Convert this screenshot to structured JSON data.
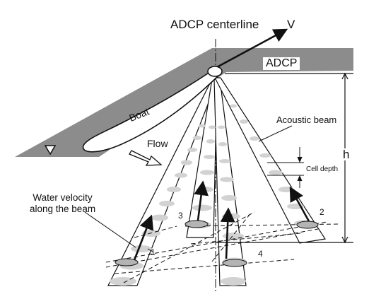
{
  "labels": {
    "title": "ADCP centerline",
    "velocity": "V",
    "adcp": "ADCP",
    "boat": "Boat",
    "flow": "Flow",
    "acoustic_beam": "Acoustic beam",
    "cell_depth": "Cell depth",
    "h": "h",
    "water_velocity_line1": "Water velocity",
    "water_velocity_line2": "along the beam",
    "beam_numbers": [
      "1",
      "2",
      "3",
      "4"
    ]
  },
  "colors": {
    "water_surface": "#8c8c8c",
    "ink": "#111111",
    "beam_fill": "#ffffff",
    "bin_fill": "#c8c8c8",
    "cell_fill": "#b4b4b4"
  }
}
